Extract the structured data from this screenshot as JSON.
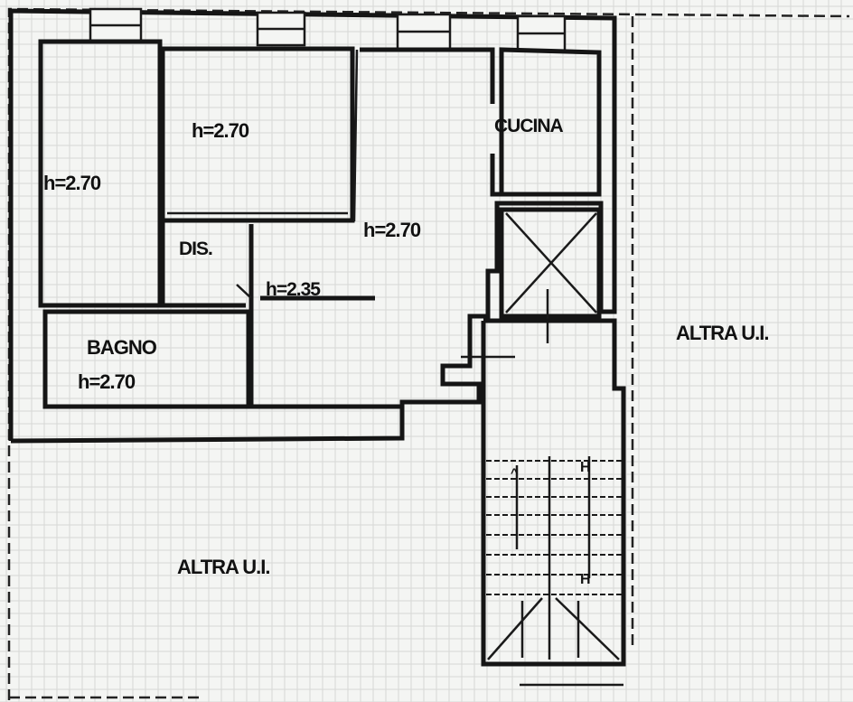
{
  "rooms": {
    "bedroom_left": {
      "height": "h=2.70"
    },
    "bedroom_top": {
      "height": "h=2.70"
    },
    "living": {
      "height": "h=2.70"
    },
    "corridor": {
      "name": "DIS.",
      "height": "h=2.35"
    },
    "kitchen": {
      "name": "CUCINA"
    },
    "bathroom": {
      "name": "BAGNO",
      "height": "h=2.70"
    }
  },
  "other_units": {
    "right": "ALTRA U.I.",
    "bottom": "ALTRA U.I."
  },
  "stair_marks": {
    "up_arrow": "^",
    "mark_top": "H",
    "mark_bottom": "H"
  }
}
